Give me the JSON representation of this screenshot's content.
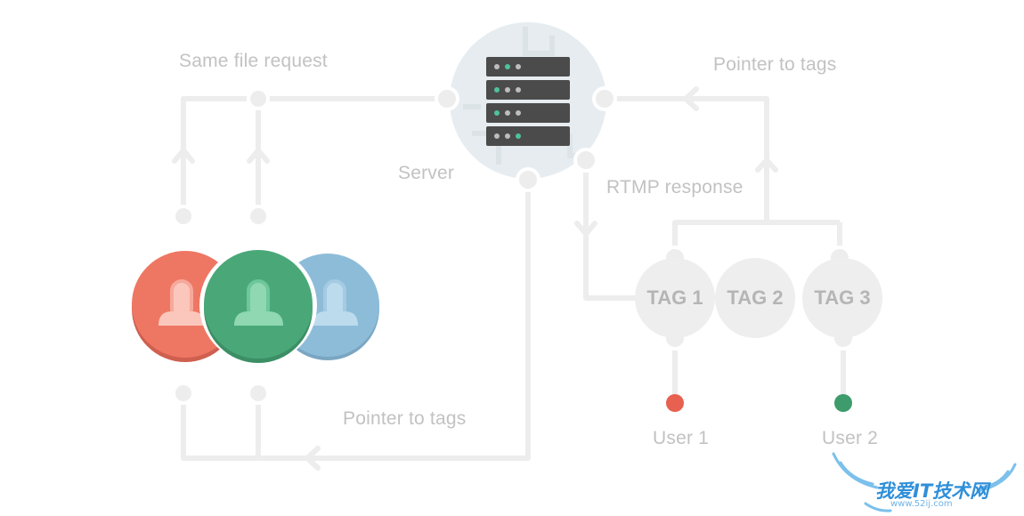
{
  "labels": {
    "same_file_request": "Same file request",
    "server": "Server",
    "pointer_to_tags_top": "Pointer to tags",
    "rtmp_response": "RTMP response",
    "pointer_to_tags_bottom": "Pointer to tags",
    "user1": "User 1",
    "user2": "User 2"
  },
  "tags": [
    "TAG 1",
    "TAG 2",
    "TAG 3"
  ],
  "watermark": {
    "text": "我爱IT技术网",
    "url": "www.52ij.com"
  },
  "colors": {
    "line": "#ededed",
    "server_bg": "#e6ecef",
    "server_unit": "#4b4b4b",
    "led_grey": "#bdbdbd",
    "led_green": "#4fc29a",
    "user_red": "#ee7763",
    "user_green": "#4aa878",
    "user_blue": "#8dbcd9",
    "tag_bg": "#eeeeee",
    "user1_dot": "#e8604f",
    "user2_dot": "#3d9b6c"
  }
}
